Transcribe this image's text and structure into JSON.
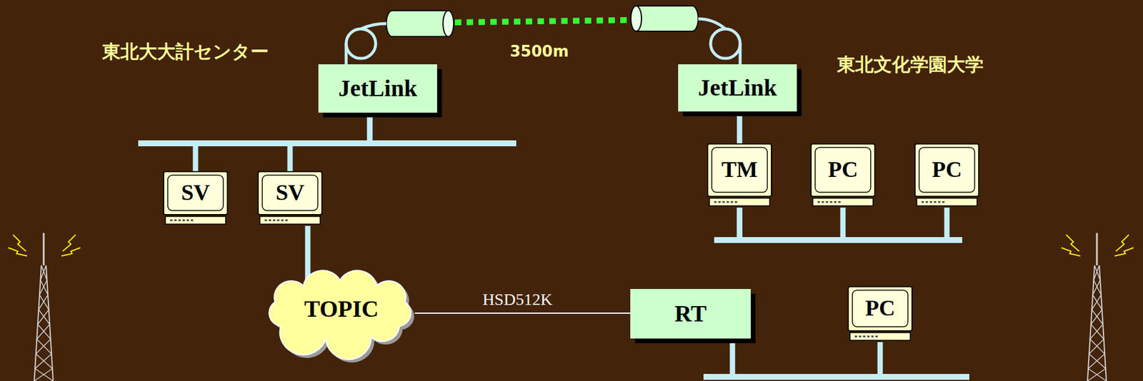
{
  "diagram": {
    "nodes": [
      {
        "text": [
          "JetLink"
        ]
      },
      {
        "text": [
          "JetLink"
        ]
      },
      {
        "text": [
          "SV"
        ]
      },
      {
        "text": [
          "SV"
        ]
      },
      {
        "text": [
          "TM"
        ]
      },
      {
        "text": [
          "PC"
        ]
      },
      {
        "text": [
          "PC"
        ]
      },
      {
        "text": [
          "TOPIC"
        ]
      },
      {
        "text": [
          "RT"
        ]
      },
      {
        "text": [
          "PC"
        ]
      }
    ],
    "edges": [
      {
        "from": 0,
        "to": 1,
        "arrow": "none",
        "label": "3500m"
      },
      {
        "from": 0,
        "to": 2,
        "arrow": "none"
      },
      {
        "from": 0,
        "to": 3,
        "arrow": "none"
      },
      {
        "from": 3,
        "to": 7,
        "arrow": "none"
      },
      {
        "from": 1,
        "to": 4,
        "arrow": "none"
      },
      {
        "from": 4,
        "to": 5,
        "arrow": "none"
      },
      {
        "from": 4,
        "to": 6,
        "arrow": "none"
      },
      {
        "from": 7,
        "to": 8,
        "arrow": "none",
        "label": "HSD512K"
      },
      {
        "from": 8,
        "to": 9,
        "arrow": "none"
      }
    ],
    "labels": [
      "東北大大計センター",
      "東北文化学園大学"
    ]
  }
}
